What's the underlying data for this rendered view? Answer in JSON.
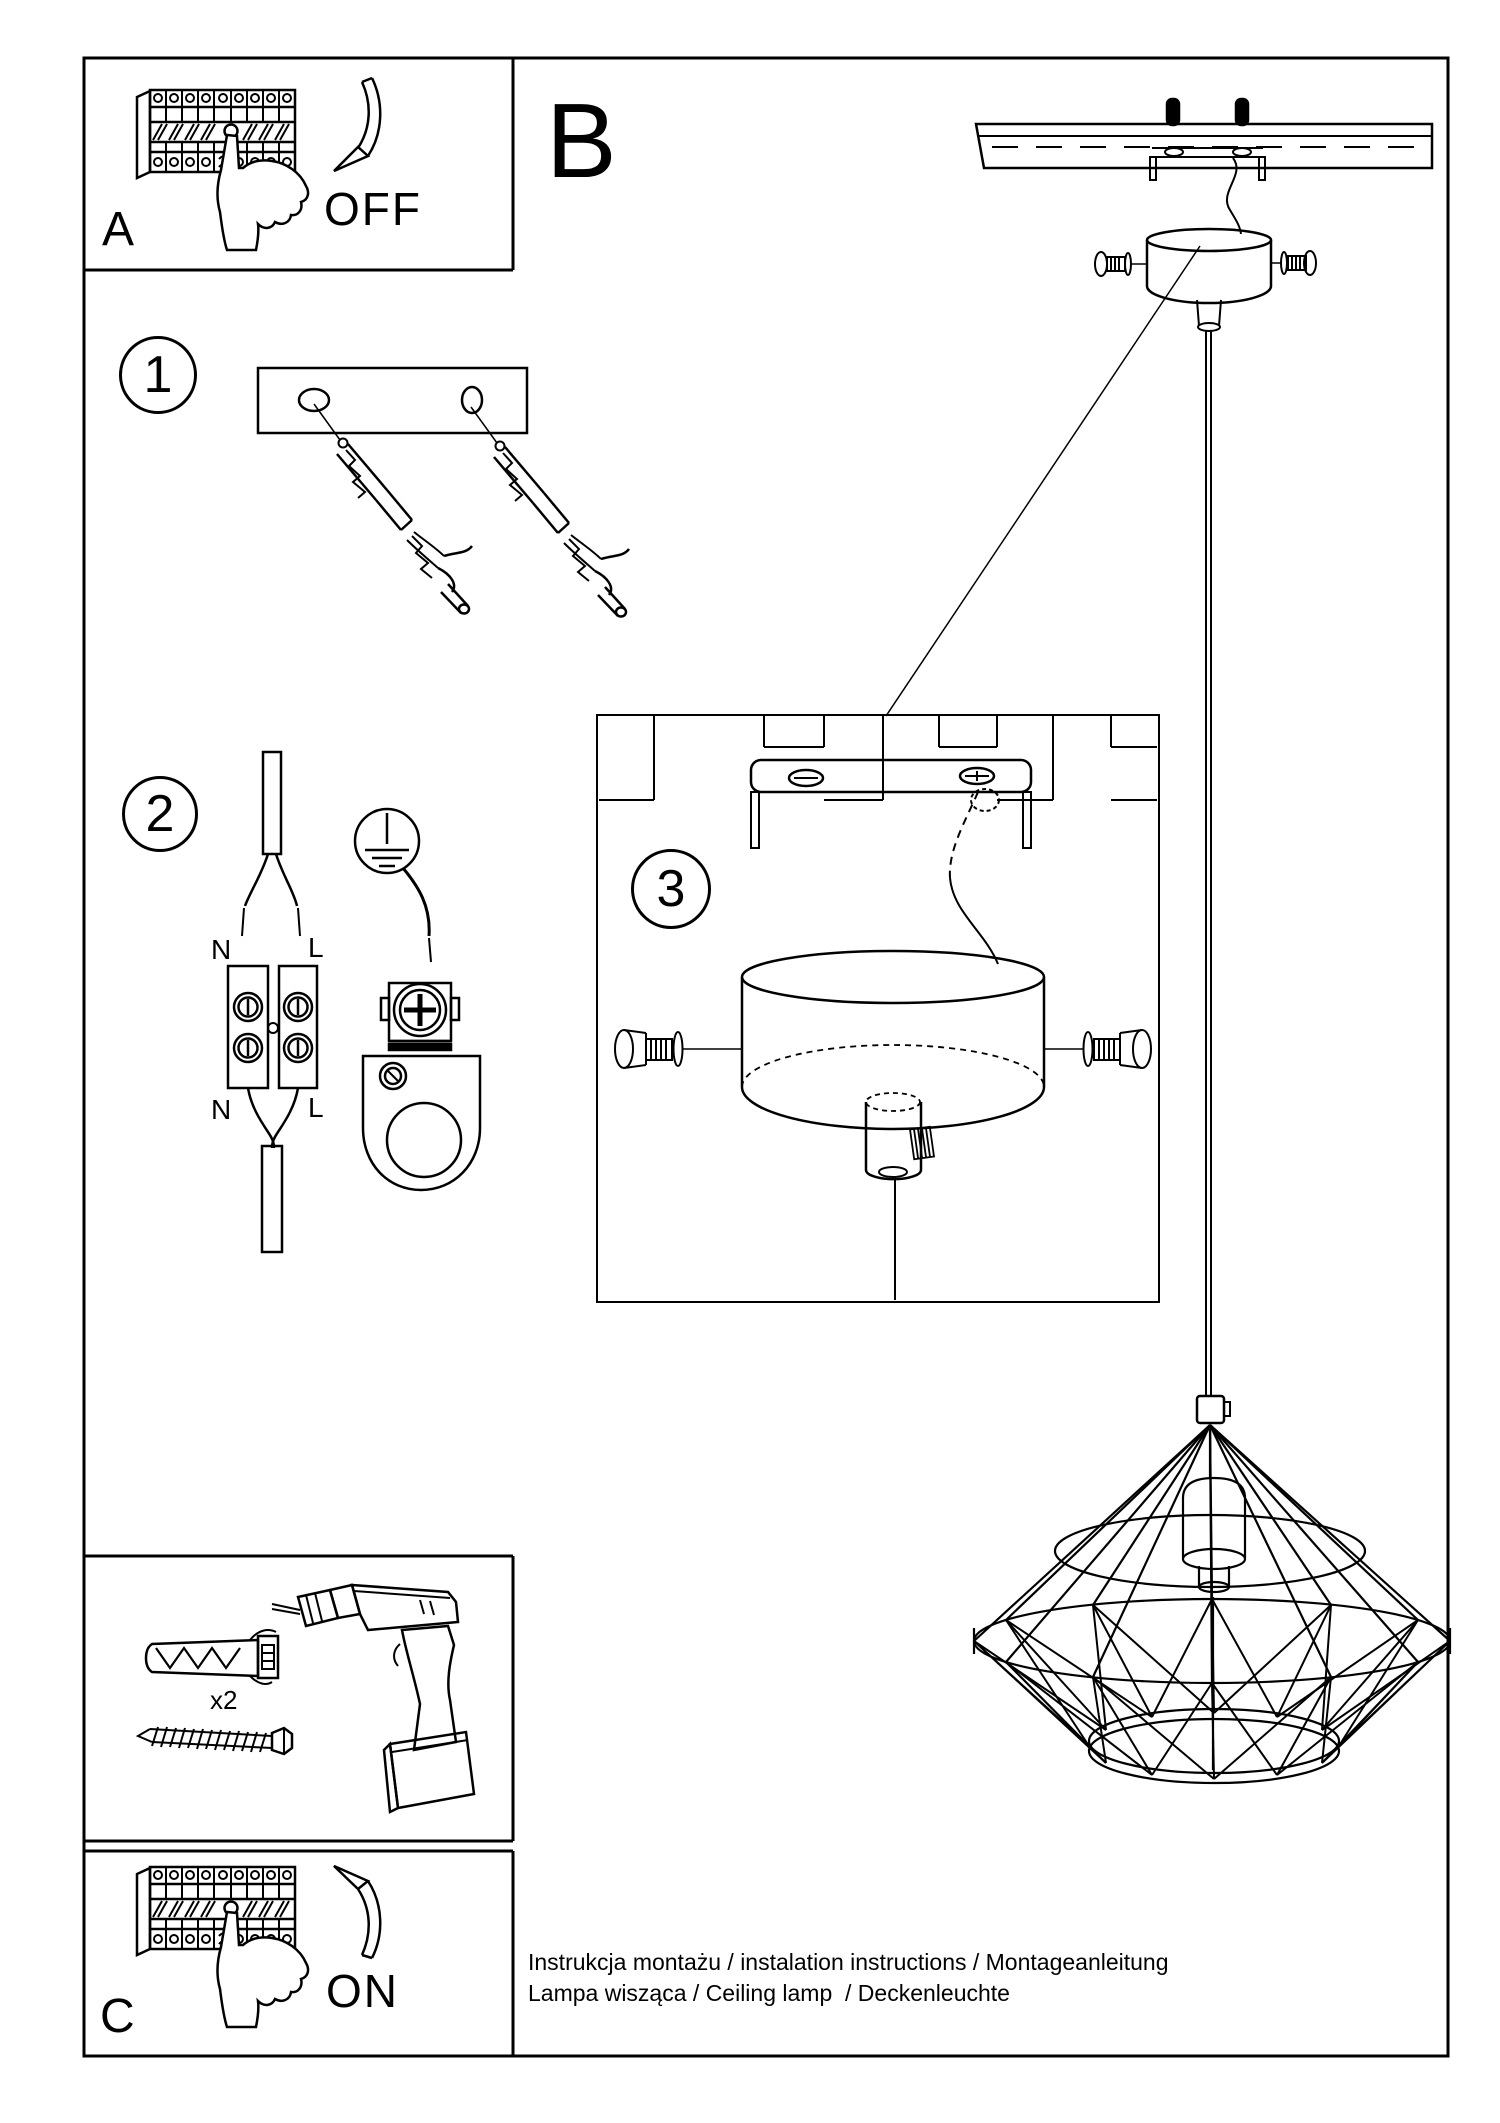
{
  "page": {
    "background": "#ffffff",
    "ink": "#000000",
    "type": "installation-instruction-sheet"
  },
  "panel_a": {
    "label": "A",
    "state": "OFF"
  },
  "panel_b": {
    "label": "B"
  },
  "panel_c": {
    "label": "C",
    "state": "ON"
  },
  "step1": {
    "number": "1"
  },
  "step2": {
    "number": "2",
    "terminal_top_left": "N",
    "terminal_top_right": "L",
    "terminal_bottom_left": "N",
    "terminal_bottom_right": "L"
  },
  "step3": {
    "number": "3"
  },
  "tools": {
    "quantity": "x2"
  },
  "footer": {
    "line1": "Instrukcja montażu / instalation instructions / Montageanleitung",
    "line2": "Lampa wisząca / Ceiling lamp  / Deckenleuchte"
  }
}
